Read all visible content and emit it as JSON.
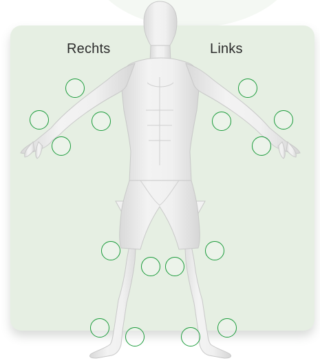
{
  "labels": {
    "right": "Rechts",
    "left": "Links"
  },
  "colors": {
    "panel_background": "#e6efe3",
    "marker_stroke": "#1a9b3a",
    "body_fill": "#eeeeee"
  },
  "figure": {
    "icon": "human-body-figure-icon"
  },
  "markers": [
    {
      "name": "joint-marker-right-shoulder"
    },
    {
      "name": "joint-marker-right-wrist-outer"
    },
    {
      "name": "joint-marker-right-elbow"
    },
    {
      "name": "joint-marker-right-hand"
    },
    {
      "name": "joint-marker-left-shoulder"
    },
    {
      "name": "joint-marker-left-elbow"
    },
    {
      "name": "joint-marker-left-wrist-outer"
    },
    {
      "name": "joint-marker-left-hand"
    },
    {
      "name": "joint-marker-right-knee-outer"
    },
    {
      "name": "joint-marker-right-knee-inner"
    },
    {
      "name": "joint-marker-left-knee-inner"
    },
    {
      "name": "joint-marker-left-knee-outer"
    },
    {
      "name": "joint-marker-right-ankle-outer"
    },
    {
      "name": "joint-marker-right-ankle-inner"
    },
    {
      "name": "joint-marker-left-ankle-inner"
    },
    {
      "name": "joint-marker-left-ankle-outer"
    }
  ]
}
